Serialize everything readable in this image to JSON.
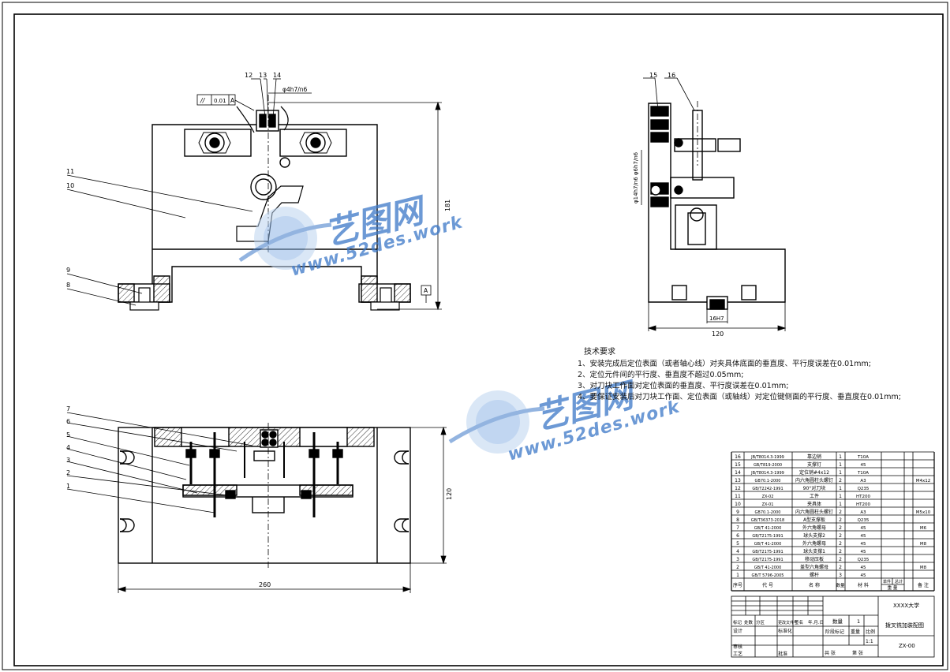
{
  "callouts_top": [
    "12",
    "13",
    "14",
    "15",
    "16"
  ],
  "callouts_left": [
    "11",
    "10",
    "9",
    "8"
  ],
  "callouts_bottom": [
    "7",
    "6",
    "5",
    "4",
    "3",
    "2",
    "1"
  ],
  "dims": {
    "fit_top": "φ4h7/n6",
    "tol_symbol": "//",
    "tol_value": "0.01",
    "datum": "A",
    "height_181": "181",
    "side_fit": "φ14h7/n6 φ6h7/n6",
    "key_fit": "16H7",
    "width_120_side": "120",
    "width_260": "260",
    "height_120": "120"
  },
  "tech": {
    "title": "技术要求",
    "lines": [
      "1、安装完成后定位表面（或者轴心线）对夹具体底面的垂直度、平行度误差在0.01mm;",
      "2、定位元件间的平行度、垂直度不超过0.05mm;",
      "3、对刀块工作面对定位表面的垂直度、平行度误差在0.01mm;",
      "4、要保证安装后对刀块工作面、定位表面（或轴线）对定位键侧面的平行度、垂直度在0.01mm;"
    ]
  },
  "watermark": {
    "brand": "艺图网",
    "url": "www.52des.work"
  },
  "parts": [
    {
      "no": "16",
      "code": "JB/T8014.3-1999",
      "name": "靠边销",
      "qty": "1",
      "mat": "T10A",
      "note": ""
    },
    {
      "no": "15",
      "code": "GB/T819-2000",
      "name": "支撑钉",
      "qty": "1",
      "mat": "45",
      "note": ""
    },
    {
      "no": "14",
      "code": "JB/T8014.3-1999",
      "name": "定位销#4x12",
      "qty": "1",
      "mat": "T10A",
      "note": ""
    },
    {
      "no": "13",
      "code": "GB70.1-2000",
      "name": "内六角圆柱头螺钉",
      "qty": "2",
      "mat": "A3",
      "note": "M4x12"
    },
    {
      "no": "12",
      "code": "GB/T2242-1991",
      "name": "90°对刀块",
      "qty": "1",
      "mat": "Q235",
      "note": ""
    },
    {
      "no": "11",
      "code": "ZX-02",
      "name": "工件",
      "qty": "1",
      "mat": "HT200",
      "note": ""
    },
    {
      "no": "10",
      "code": "ZX-01",
      "name": "夹具体",
      "qty": "1",
      "mat": "HT200",
      "note": ""
    },
    {
      "no": "9",
      "code": "GB70.1-2000",
      "name": "内六角圆柱头螺钉",
      "qty": "2",
      "mat": "A3",
      "note": "M5x10"
    },
    {
      "no": "8",
      "code": "GB/T36373-2018",
      "name": "A型支撑板",
      "qty": "2",
      "mat": "Q235",
      "note": ""
    },
    {
      "no": "7",
      "code": "GB/T 41-2000",
      "name": "外六角螺母",
      "qty": "2",
      "mat": "45",
      "note": "M6"
    },
    {
      "no": "6",
      "code": "GB/T2175-1991",
      "name": "球头支撑2",
      "qty": "2",
      "mat": "45",
      "note": ""
    },
    {
      "no": "5",
      "code": "GB/T 41-2000",
      "name": "外六角螺母",
      "qty": "2",
      "mat": "45",
      "note": "M8"
    },
    {
      "no": "4",
      "code": "GB/T2175-1991",
      "name": "球头支撑1",
      "qty": "2",
      "mat": "45",
      "note": ""
    },
    {
      "no": "3",
      "code": "GB/T2175-1991",
      "name": "移动压板",
      "qty": "2",
      "mat": "Q235",
      "note": ""
    },
    {
      "no": "2",
      "code": "GB/T 41-2000",
      "name": "盖型六角螺母",
      "qty": "2",
      "mat": "45",
      "note": "M8"
    },
    {
      "no": "1",
      "code": "GB/T 5796-2005",
      "name": "螺杆",
      "qty": "3",
      "mat": "45",
      "note": ""
    }
  ],
  "header": {
    "no": "序号",
    "code": "代  号",
    "name": "名  称",
    "qty": "数量",
    "mat": "材  料",
    "w1": "单件",
    "w2": "总计",
    "weight": "重  量",
    "note": "备  注"
  },
  "titleblock": {
    "school": "XXXX大学",
    "drawing_name": "拨叉铣加装配图",
    "drawing_no": "ZX-00",
    "qty_label": "数量",
    "qty_value": "1",
    "scale_label": "比例",
    "scale_value": "1:1",
    "weight_label": "重量",
    "mark_label": "阶段标记",
    "sheet_total": "共  张",
    "sheet_no": "第  张",
    "rows": [
      "标记",
      "处数",
      "分区",
      "更改文件号",
      "签名",
      "年.月.日"
    ],
    "design": "设计",
    "std": "标准化",
    "check": "审核",
    "process": "工艺",
    "approve": "批准"
  }
}
